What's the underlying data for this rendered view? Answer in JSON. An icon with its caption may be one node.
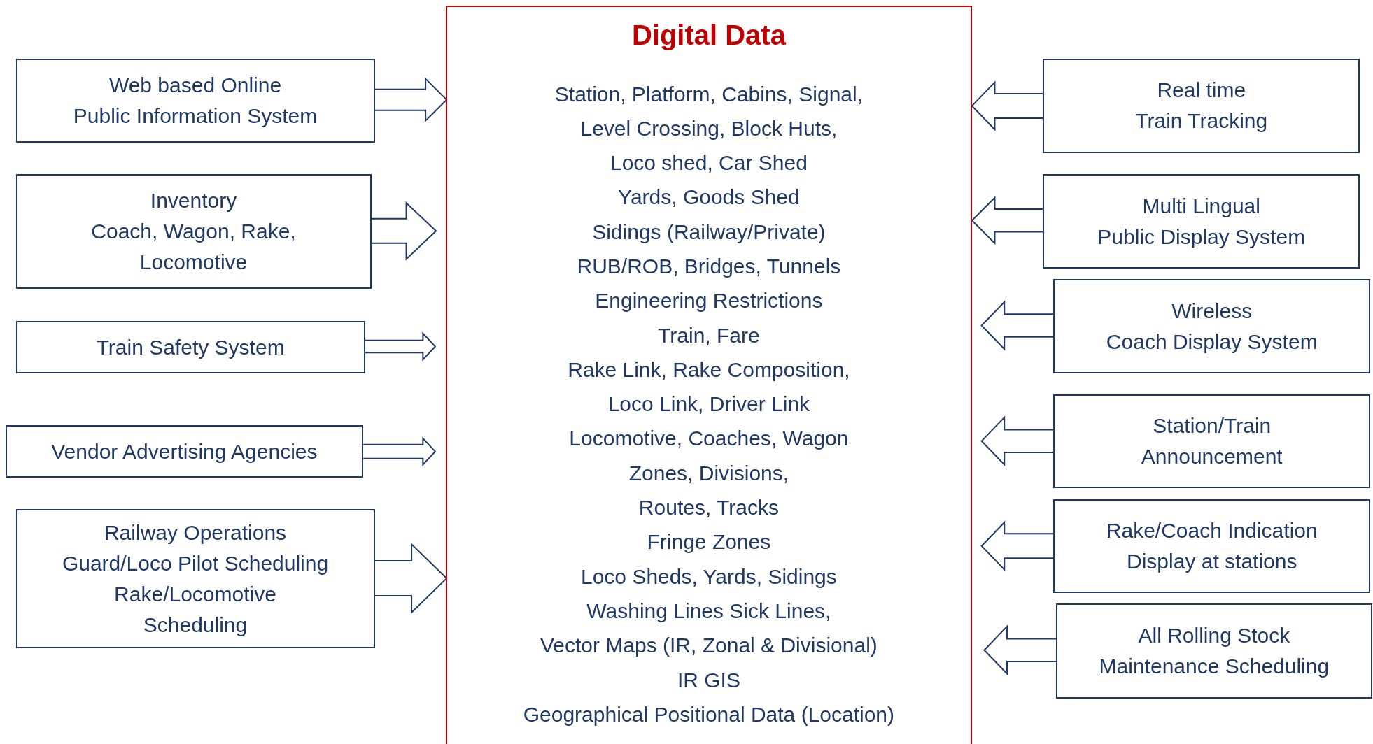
{
  "diagram": {
    "nodes": [
      {
        "text": [
          "Web based Online",
          "Public Information System"
        ]
      },
      {
        "text": [
          "Inventory",
          "Coach, Wagon, Rake,",
          "Locomotive"
        ]
      },
      {
        "text": [
          "Train Safety System"
        ]
      },
      {
        "text": [
          "Vendor Advertising Agencies"
        ]
      },
      {
        "text": [
          "Railway Operations",
          "Guard/Loco Pilot Scheduling",
          "Rake/Locomotive Scheduling"
        ]
      },
      {
        "text": [
          "Digital Data",
          "Station, Platform, Cabins, Signal,",
          "Level Crossing, Block Huts,",
          "Loco shed, Car Shed",
          "Yards, Goods Shed",
          "Sidings (Railway/Private)",
          "RUB/ROB, Bridges, Tunnels",
          "Engineering Restrictions",
          "Train, Fare",
          "Rake Link, Rake Composition,",
          "Loco Link, Driver Link",
          "Locomotive, Coaches, Wagon",
          "Zones, Divisions,",
          "Routes, Tracks",
          "Fringe Zones",
          "Loco Sheds, Yards, Sidings",
          "Washing Lines Sick Lines,",
          "Vector Maps (IR, Zonal & Divisional)",
          "IR GIS",
          "Geographical Positional Data (Location)"
        ]
      },
      {
        "text": [
          "Real time",
          "Train Tracking"
        ]
      },
      {
        "text": [
          "Multi Lingual",
          "Public Display System"
        ]
      },
      {
        "text": [
          "Wireless",
          "Coach Display System"
        ]
      },
      {
        "text": [
          "Station/Train",
          "Announcement"
        ]
      },
      {
        "text": [
          "Rake/Coach Indication",
          "Display at stations"
        ]
      },
      {
        "text": [
          "All Rolling Stock",
          "Maintenance Scheduling"
        ]
      }
    ],
    "edges": [
      {
        "from": 0,
        "to": 5,
        "arrow": "to"
      },
      {
        "from": 1,
        "to": 5,
        "arrow": "to"
      },
      {
        "from": 2,
        "to": 5,
        "arrow": "to"
      },
      {
        "from": 3,
        "to": 5,
        "arrow": "to"
      },
      {
        "from": 4,
        "to": 5,
        "arrow": "to"
      },
      {
        "from": 6,
        "to": 5,
        "arrow": "to"
      },
      {
        "from": 7,
        "to": 5,
        "arrow": "to"
      },
      {
        "from": 8,
        "to": 5,
        "arrow": "to"
      },
      {
        "from": 9,
        "to": 5,
        "arrow": "to"
      },
      {
        "from": 10,
        "to": 5,
        "arrow": "to"
      },
      {
        "from": 11,
        "to": 5,
        "arrow": "to"
      }
    ]
  }
}
